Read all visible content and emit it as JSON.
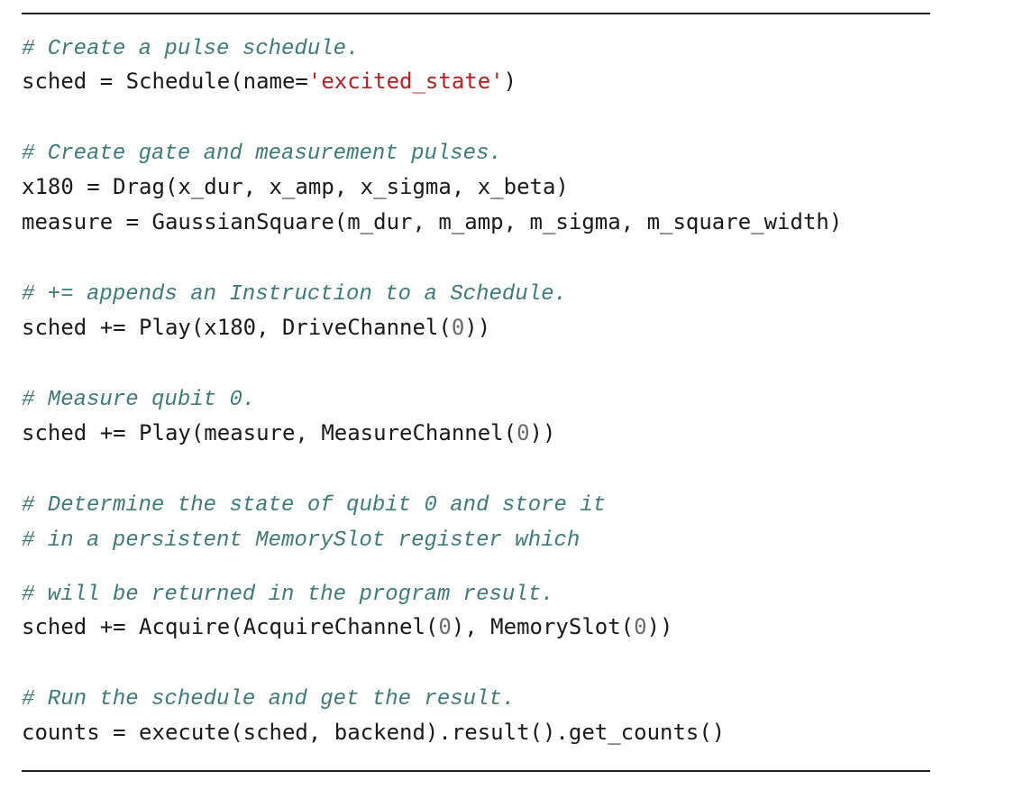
{
  "colors": {
    "comment": "#3f7a7a",
    "string": "#b22222",
    "number": "#6b6b6b",
    "text": "#1a1a1a",
    "rule": "#222222"
  },
  "code": {
    "lines": [
      {
        "kind": "comment",
        "text": "# Create a pulse schedule."
      },
      {
        "kind": "code",
        "tokens": [
          {
            "t": "sched = Schedule(name=",
            "c": "txt"
          },
          {
            "t": "'excited_state'",
            "c": "str"
          },
          {
            "t": ")",
            "c": "txt"
          }
        ]
      },
      {
        "kind": "comment",
        "text": "# Create gate and measurement pulses."
      },
      {
        "kind": "code",
        "tokens": [
          {
            "t": "x180 = Drag(x_dur, x_amp, x_sigma, x_beta)",
            "c": "txt"
          }
        ]
      },
      {
        "kind": "code",
        "tokens": [
          {
            "t": "measure = GaussianSquare(m_dur, m_amp, m_sigma, m_square_width)",
            "c": "txt"
          }
        ]
      },
      {
        "kind": "comment",
        "text": "# += appends an Instruction to a Schedule."
      },
      {
        "kind": "code",
        "tokens": [
          {
            "t": "sched += Play(x180, DriveChannel(",
            "c": "txt"
          },
          {
            "t": "0",
            "c": "num"
          },
          {
            "t": "))",
            "c": "txt"
          }
        ]
      },
      {
        "kind": "comment",
        "text": "# Measure qubit 0."
      },
      {
        "kind": "code",
        "tokens": [
          {
            "t": "sched += Play(measure, MeasureChannel(",
            "c": "txt"
          },
          {
            "t": "0",
            "c": "num"
          },
          {
            "t": "))",
            "c": "txt"
          }
        ]
      },
      {
        "kind": "comment",
        "text": "# Determine the state of qubit 0 and store it"
      },
      {
        "kind": "comment",
        "text": "# in a persistent MemorySlot register which"
      },
      {
        "kind": "comment",
        "text": "# will be returned in the program result."
      },
      {
        "kind": "code",
        "tokens": [
          {
            "t": "sched += Acquire(AcquireChannel(",
            "c": "txt"
          },
          {
            "t": "0",
            "c": "num"
          },
          {
            "t": "), MemorySlot(",
            "c": "txt"
          },
          {
            "t": "0",
            "c": "num"
          },
          {
            "t": "))",
            "c": "txt"
          }
        ]
      },
      {
        "kind": "comment",
        "text": "# Run the schedule and get the result."
      },
      {
        "kind": "code",
        "tokens": [
          {
            "t": "counts = execute(sched, backend).result().get_counts()",
            "c": "txt"
          }
        ]
      }
    ]
  }
}
